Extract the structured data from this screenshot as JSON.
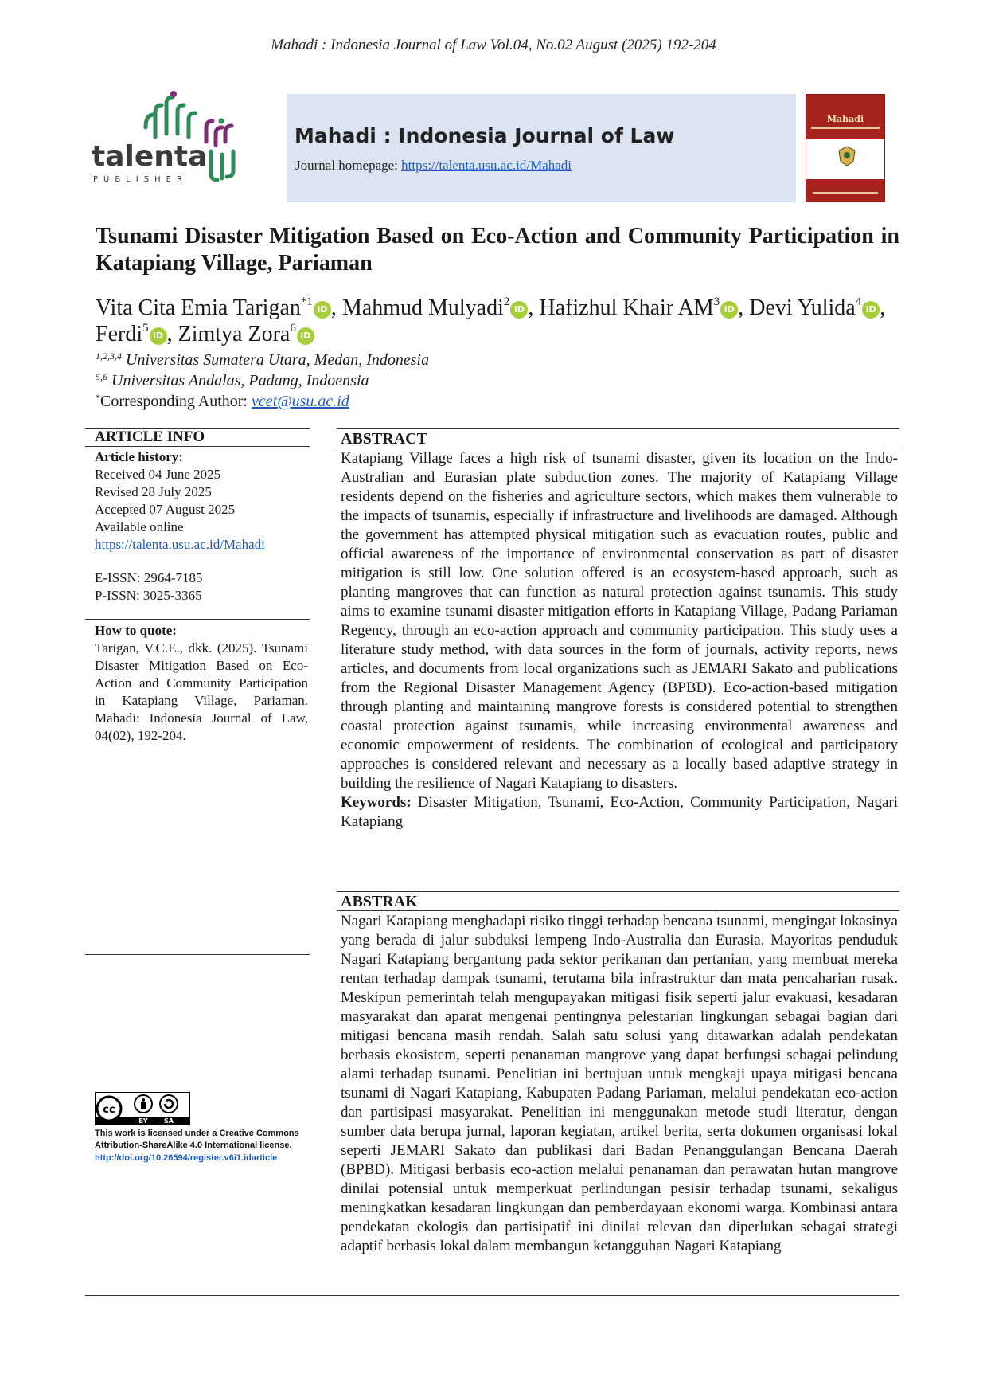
{
  "running_header": "Mahadi : Indonesia Journal of Law Vol.04, No.02 August (2025) 192-204",
  "publisher": {
    "name": "talenta",
    "tagline": "PUBLISHER"
  },
  "journal": {
    "title": "Mahadi : Indonesia Journal of Law",
    "homepage_label": "Journal homepage:",
    "homepage_url": "https://talenta.usu.ac.id/Mahadi",
    "cover_title": "Mahadi"
  },
  "paper": {
    "title": "Tsunami Disaster Mitigation Based on Eco-Action and Community Participation in Katapiang Village, Pariaman",
    "authors": [
      {
        "name": "Vita Cita Emia Tarigan",
        "sup": "*1"
      },
      {
        "name": "Mahmud Mulyadi",
        "sup": "2"
      },
      {
        "name": "Hafizhul Khair AM",
        "sup": "3"
      },
      {
        "name": "Devi Yulida",
        "sup": "4"
      },
      {
        "name": "Ferdi",
        "sup": "5"
      },
      {
        "name": "Zimtya Zora",
        "sup": "6"
      }
    ],
    "orcid_glyph": "iD",
    "affiliations": [
      {
        "sup": "1,2,3,4",
        "text": "Universitas Sumatera Utara, Medan, Indonesia"
      },
      {
        "sup": "5,6",
        "text": "Universitas Andalas, Padang, Indoensia"
      }
    ],
    "corresponding": {
      "sup": "*",
      "label": "Corresponding Author:",
      "email": "vcet@usu.ac.id"
    }
  },
  "article_info": {
    "heading": "ARTICLE INFO",
    "history_label": "Article history:",
    "received": "Received 04 June 2025",
    "revised": "Revised 28 July 2025",
    "accepted": "Accepted 07 August 2025",
    "available": "Available online",
    "url": "https://talenta.usu.ac.id/Mahadi",
    "eissn": "E-ISSN: 2964-7185",
    "pissn": "P-ISSN: 3025-3365",
    "quote_label": "How to quote:",
    "quote_text": "Tarigan, V.C.E., dkk. (2025). Tsunami Disaster Mitigation Based on Eco-Action and Community Participation in Katapiang Village, Pariaman. Mahadi: Indonesia Journal of Law, 04(02), 192-204."
  },
  "license": {
    "badge_labels": [
      "cc",
      "BY",
      "SA"
    ],
    "text": "This work is licensed under a Creative Commons Attribution-ShareAlike 4.0 International license.",
    "doi": "http://doi.org/10.26594/register.v6i1.idarticle"
  },
  "abstract": {
    "heading": "ABSTRACT",
    "text": "Katapiang Village faces a high risk of tsunami disaster, given its location on the Indo-Australian and Eurasian plate subduction zones. The majority of Katapiang Village residents depend on the fisheries and agriculture sectors, which makes them vulnerable to the impacts of tsunamis, especially if infrastructure and livelihoods are damaged. Although the government has attempted physical mitigation such as evacuation routes, public and official awareness of the importance of environmental conservation as part of disaster mitigation is still low. One solution offered is an ecosystem-based approach, such as planting mangroves that can function as natural protection against tsunamis. This study aims to examine tsunami disaster mitigation efforts in Katapiang Village, Padang Pariaman Regency, through an eco-action approach and community participation. This study uses a literature study method, with data sources in the form of journals, activity reports, news articles, and documents from local organizations such as JEMARI Sakato and publications from the Regional Disaster Management Agency (BPBD). Eco-action-based mitigation through planting and maintaining mangrove forests is considered potential to strengthen coastal protection against tsunamis, while increasing environmental awareness and economic empowerment of residents. The combination of ecological and participatory approaches is considered relevant and necessary as a locally based adaptive strategy in building the resilience of Nagari Katapiang to disasters.",
    "keywords_label": "Keywords:",
    "keywords": "Disaster Mitigation, Tsunami, Eco-Action, Community Participation, Nagari Katapiang"
  },
  "abstrak": {
    "heading": "ABSTRAK",
    "text": "Nagari Katapiang menghadapi risiko tinggi terhadap bencana tsunami, mengingat lokasinya yang berada di jalur subduksi lempeng Indo-Australia dan Eurasia. Mayoritas penduduk Nagari Katapiang bergantung pada sektor perikanan dan pertanian, yang membuat mereka rentan terhadap dampak tsunami, terutama bila infrastruktur dan mata pencaharian rusak. Meskipun pemerintah telah mengupayakan mitigasi fisik seperti jalur evakuasi, kesadaran masyarakat dan aparat mengenai pentingnya pelestarian lingkungan sebagai bagian dari mitigasi bencana masih rendah. Salah satu solusi yang ditawarkan adalah pendekatan berbasis ekosistem, seperti penanaman mangrove yang dapat berfungsi sebagai pelindung alami terhadap tsunami. Penelitian ini bertujuan untuk mengkaji upaya mitigasi bencana tsunami di Nagari Katapiang, Kabupaten Padang Pariaman, melalui pendekatan eco-action dan partisipasi masyarakat. Penelitian ini menggunakan metode studi literatur, dengan sumber data berupa jurnal, laporan kegiatan, artikel berita, serta dokumen organisasi lokal seperti JEMARI Sakato dan publikasi dari Badan Penanggulangan Bencana Daerah (BPBD). Mitigasi berbasis eco-action melalui penanaman dan perawatan hutan mangrove dinilai potensial untuk memperkuat perlindungan pesisir terhadap tsunami, sekaligus meningkatkan kesadaran lingkungan dan pemberdayaan ekonomi warga. Kombinasi antara pendekatan ekologis dan partisipatif ini dinilai relevan dan diperlukan sebagai strategi adaptif berbasis lokal dalam membangun ketangguhan Nagari Katapiang"
  },
  "colors": {
    "banner_bg": "#dbe4f0",
    "link": "#1f5bbf",
    "orcid": "#a6ce39",
    "logo_green": "#2e8b57",
    "logo_purple": "#7b2a73",
    "cover_red": "#a5221f"
  }
}
